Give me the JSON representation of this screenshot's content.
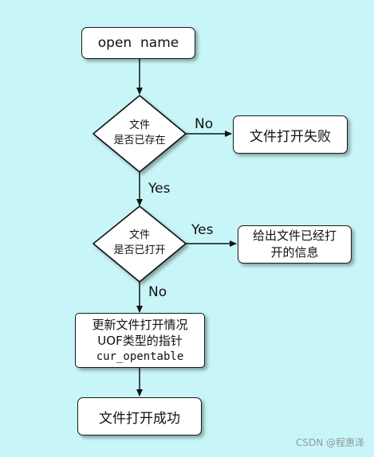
{
  "nodes": {
    "start": "open  name",
    "decision_exists": [
      "文件",
      "是否已存在"
    ],
    "fail": "文件打开失败",
    "decision_opened": [
      "文件",
      "是否已打开"
    ],
    "opened_msg": [
      "给出文件已经打",
      "开的信息"
    ],
    "update": [
      "更新文件打开情况",
      "UOF类型的指针",
      "cur_opentable"
    ],
    "success": "文件打开成功"
  },
  "edges": {
    "no_1": "No",
    "yes_1": "Yes",
    "yes_2": "Yes",
    "no_2": "No"
  },
  "watermark": "CSDN @程惠泽"
}
